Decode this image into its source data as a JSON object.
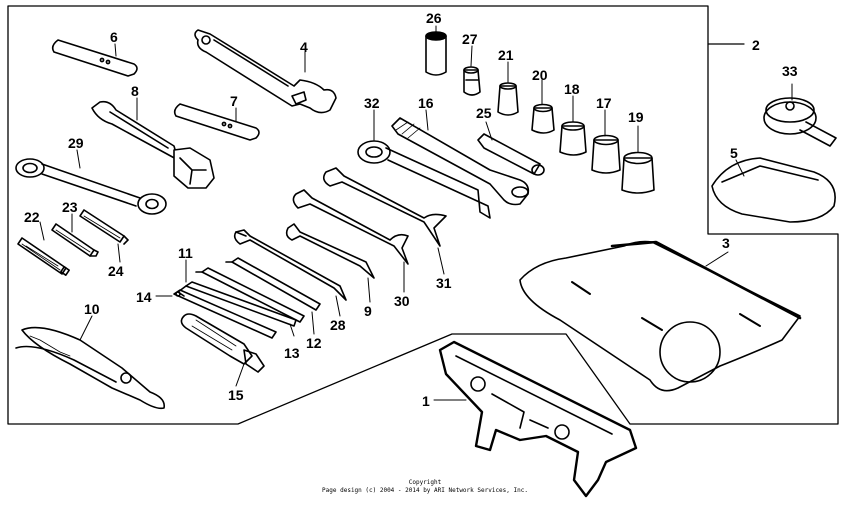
{
  "diagram": {
    "callouts": [
      "1",
      "2",
      "3",
      "4",
      "5",
      "6",
      "7",
      "8",
      "9",
      "10",
      "11",
      "12",
      "13",
      "14",
      "15",
      "16",
      "17",
      "18",
      "19",
      "20",
      "21",
      "22",
      "23",
      "24",
      "25",
      "26",
      "27",
      "28",
      "29",
      "30",
      "31",
      "32",
      "33"
    ]
  },
  "footer": {
    "copyright_line1": "Copyright",
    "copyright_line2": "Page design (c) 2004 - 2014 by ARI Network Services, Inc."
  }
}
